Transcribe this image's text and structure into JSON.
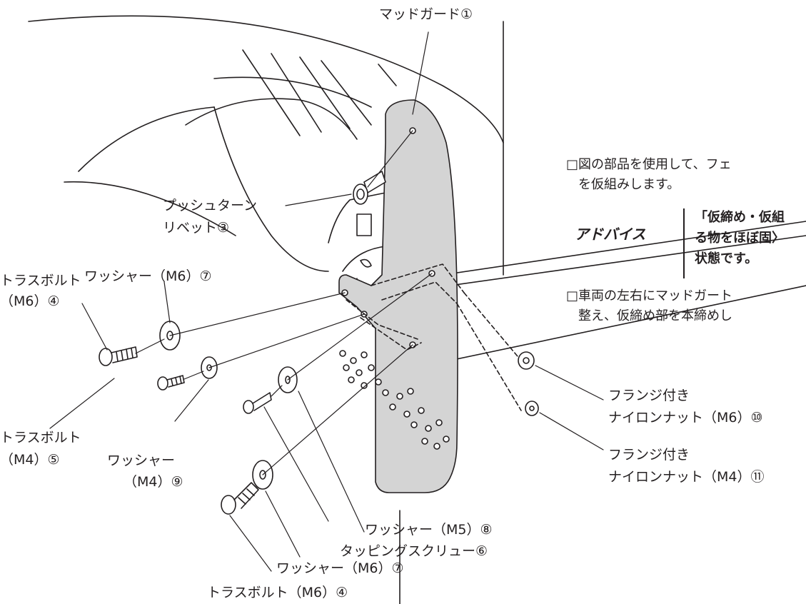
{
  "labels": {
    "mudguard": "マッドガード①",
    "push_turn_rivet_1": "プッシュターン",
    "push_turn_rivet_2": "リベット③",
    "washer_m6_top": "ワッシャー（M6）⑦",
    "truss_bolt_m6_left_1": "トラスボルト",
    "truss_bolt_m6_left_2": "（M6）④",
    "truss_bolt_m4_1": "トラスボルト",
    "truss_bolt_m4_2": "（M4）⑤",
    "washer_m4_1": "ワッシャー",
    "washer_m4_2": "（M4）⑨",
    "washer_m5": "ワッシャー（M5）⑧",
    "tapping_screw": "タッピングスクリュー⑥",
    "washer_m6_bottom": "ワッシャー（M6）⑦",
    "truss_bolt_m6_bottom": "トラスボルト（M6）④",
    "flange_nut_m6_1": "フランジ付き",
    "flange_nut_m6_2": "ナイロンナット（M6）⑩",
    "flange_nut_m4_1": "フランジ付き",
    "flange_nut_m4_2": "ナイロンナット（M4）⑪"
  },
  "instructions": {
    "step1_line1": "□図の部品を使用して、フェ",
    "step1_line2": "を仮組みします。",
    "advice_logo": "アドバイス",
    "advice_line1": "「仮締め・仮組",
    "advice_line2": "る物をほぼ固〉",
    "advice_line3": "状態です。",
    "step2_line1": "□車両の左右にマッドガート",
    "step2_line2": "整え、仮締め部を本締めし"
  }
}
